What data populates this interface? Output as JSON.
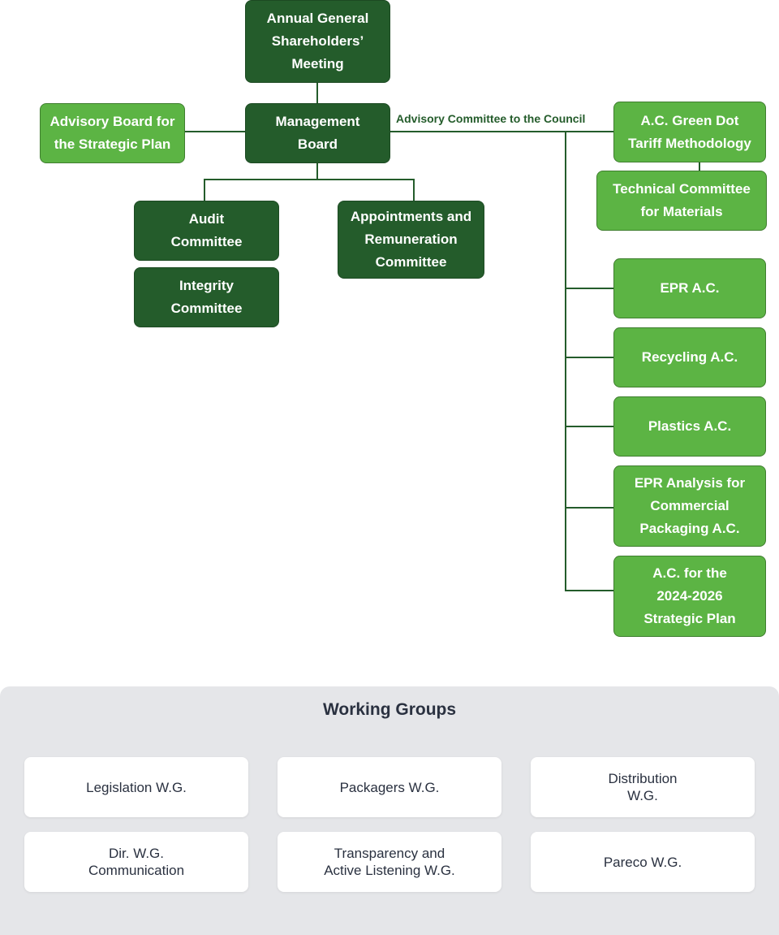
{
  "nodes": {
    "agm": "Annual General\nShareholders’\nMeeting",
    "management_board": "Management\nBoard",
    "advisory_board": "Advisory Board for\nthe Strategic Plan",
    "audit": "Audit\nCommittee",
    "integrity": "Integrity\nCommittee",
    "appointments": "Appointments and\nRemuneration\nCommittee",
    "green_dot": "A.C. Green Dot\nTariff Methodology",
    "technical": "Technical Committee\nfor Materials",
    "epr": "EPR A.C.",
    "recycling": "Recycling A.C.",
    "plastics": "Plastics A.C.",
    "epr_analysis": "EPR Analysis for\nCommercial\nPackaging A.C.",
    "strategic_ac": "A.C. for the\n2024-2026\nStrategic Plan"
  },
  "council_label": "Advisory Committee to the Council",
  "colors": {
    "dark_green": "#245c2b",
    "light_green": "#5cb444",
    "panel": "#e5e6e9",
    "text_dark": "#2a3140"
  },
  "working_groups": {
    "title": "Working Groups",
    "items": [
      "Legislation W.G.",
      "Packagers W.G.",
      "Distribution\nW.G.",
      "Dir. W.G.\nCommunication",
      "Transparency and\nActive Listening W.G.",
      "Pareco W.G."
    ]
  }
}
